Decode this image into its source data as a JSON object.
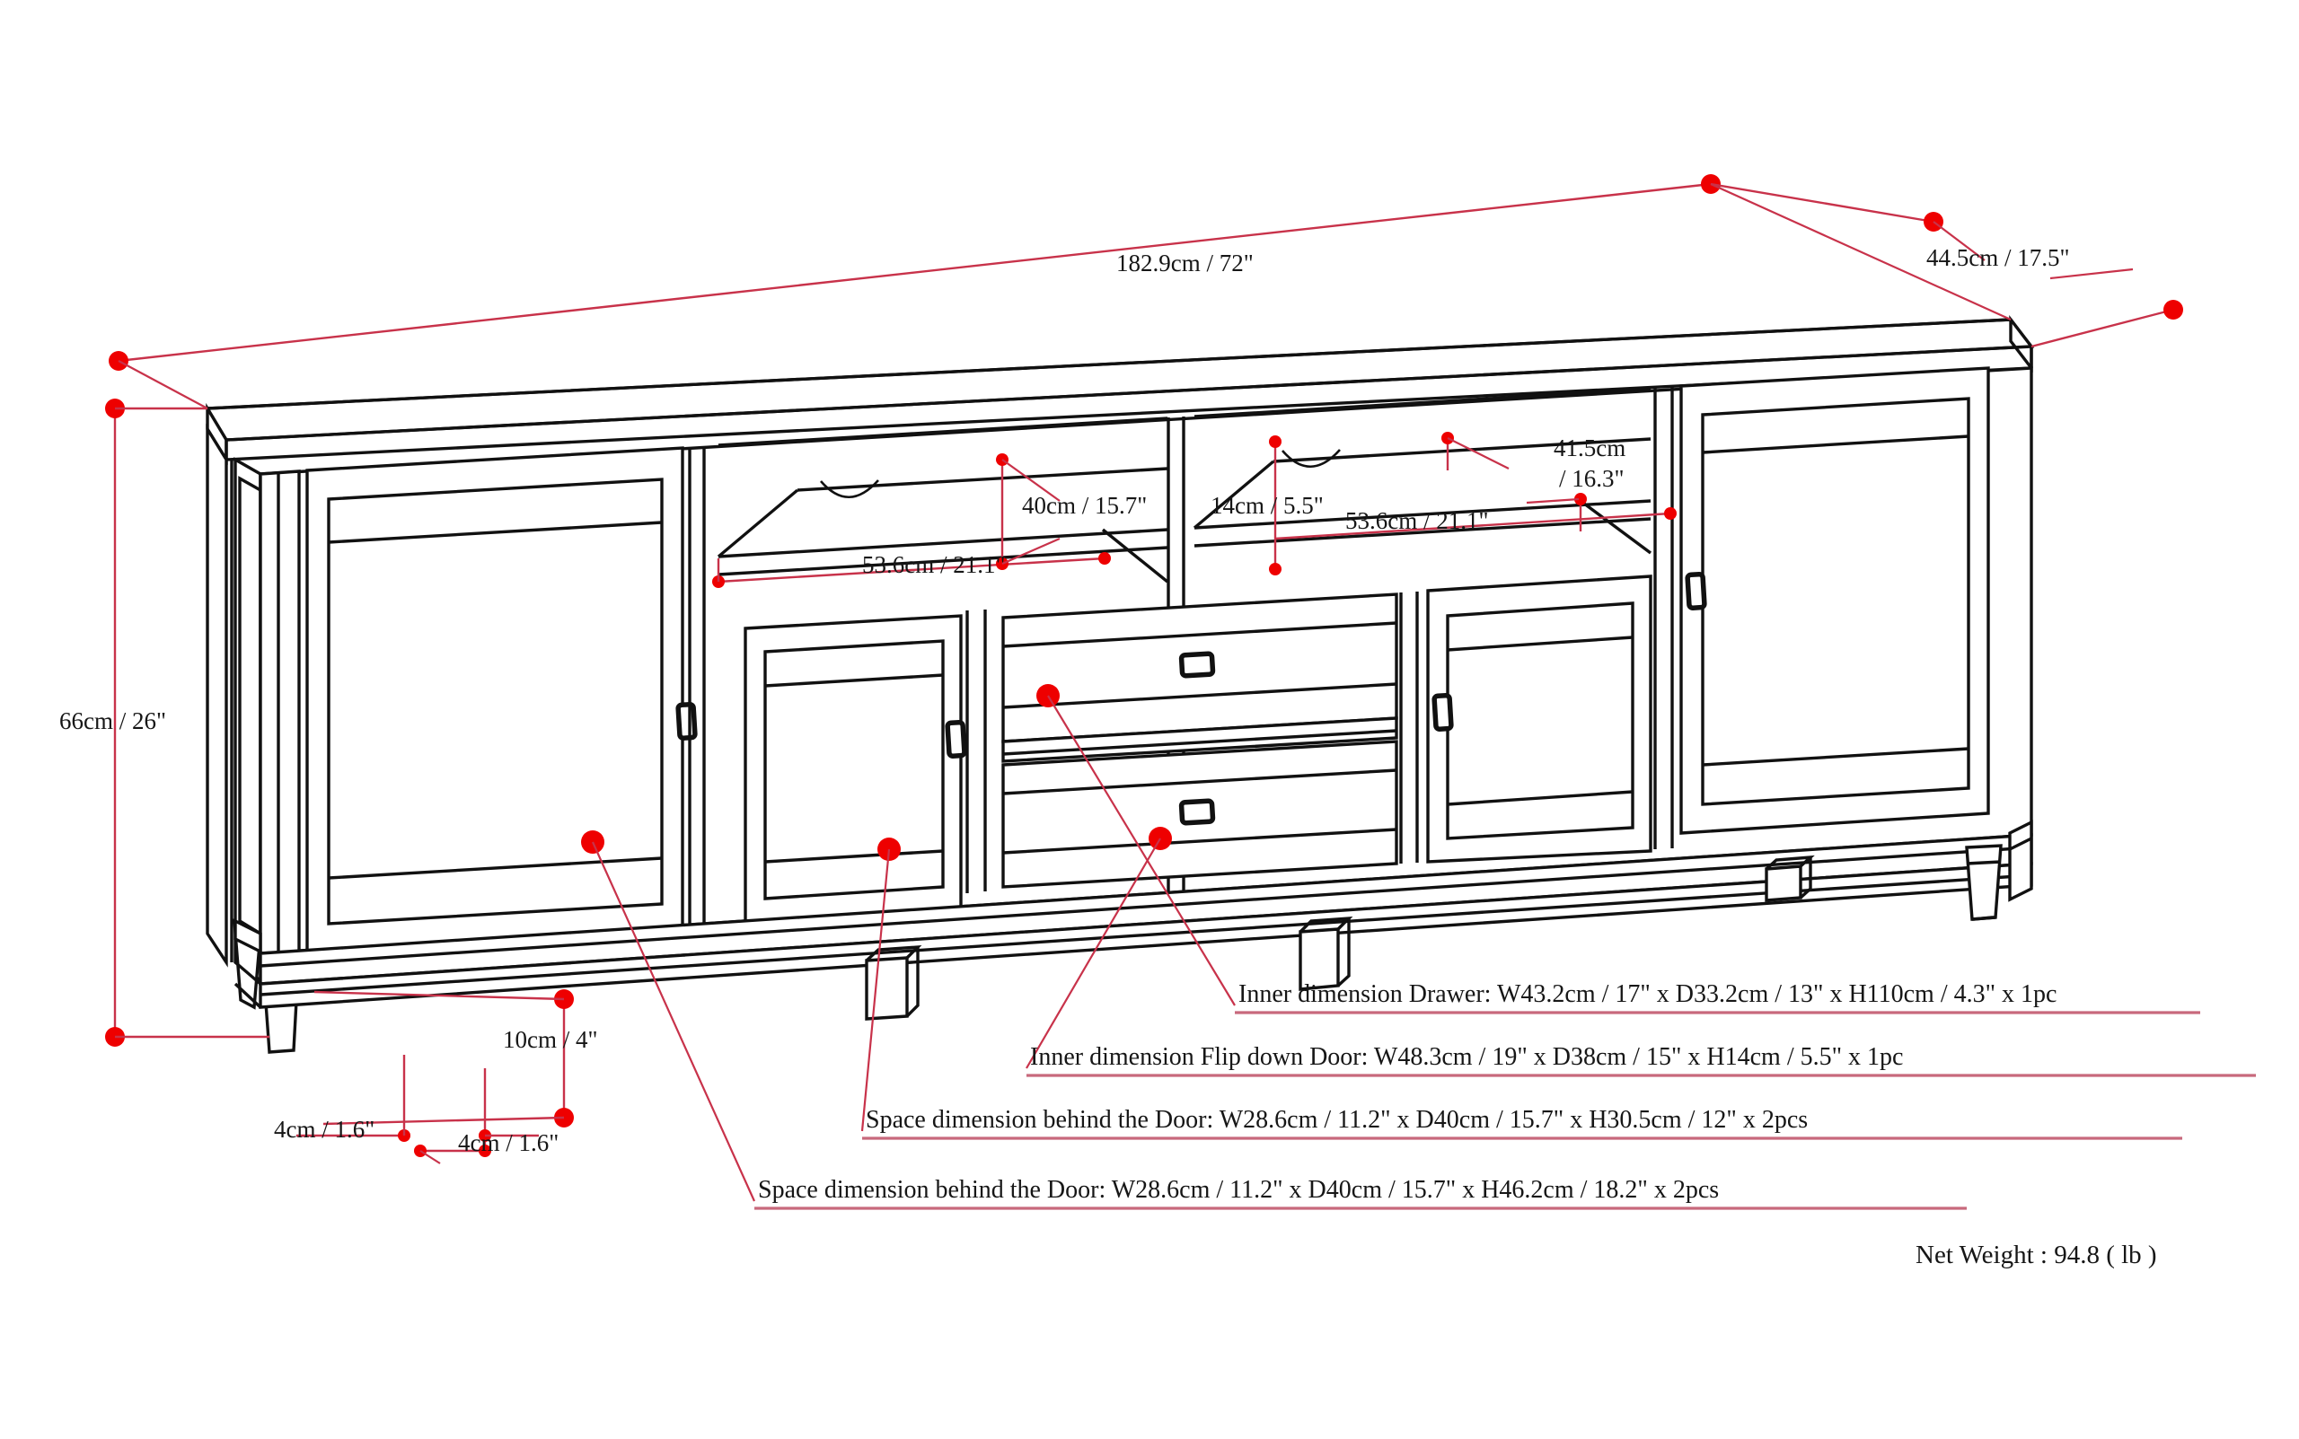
{
  "diagram": {
    "type": "furniture-dimension-drawing",
    "subject": "TV media stand / console, isometric line drawing with dimension callouts",
    "colors": {
      "outline": "#111111",
      "dimension_line": "#c8324a",
      "dimension_dot": "#ee0000",
      "background": "#ffffff",
      "text": "#161616"
    }
  },
  "dimensions": {
    "overall_width": "182.9cm / 72\"",
    "overall_depth": "44.5cm / 17.5\"",
    "overall_height": "66cm / 26\"",
    "leg_height": "10cm / 4\"",
    "leg_foot_width_left": "4cm / 1.6\"",
    "leg_foot_width_right": "4cm / 1.6\"",
    "shelf_depth_left": "40cm / 15.7\"",
    "shelf_height_center": "14cm / 5.5\"",
    "shelf_width_left": "53.6cm / 21.1\"",
    "shelf_width_right": "53.6cm / 21.1\"",
    "shelf_depth_right": "41.5cm",
    "shelf_depth_right_in": "/ 16.3\""
  },
  "callouts": [
    {
      "id": "drawer",
      "text": "Inner dimension Drawer: W43.2cm / 17\" x D33.2cm / 13\" x H110cm / 4.3\" x 1pc"
    },
    {
      "id": "flip-down-door",
      "text": "Inner dimension Flip down Door: W48.3cm / 19\" x D38cm / 15\" x H14cm / 5.5\" x 1pc"
    },
    {
      "id": "space-behind-door-upper",
      "text": "Space dimension behind the Door: W28.6cm / 11.2\" x D40cm / 15.7\" x H30.5cm / 12\" x 2pcs"
    },
    {
      "id": "space-behind-door-lower",
      "text": "Space dimension behind the Door:  W28.6cm / 11.2\" x D40cm / 15.7\" x H46.2cm / 18.2\" x 2pcs"
    }
  ],
  "net_weight": {
    "label": "Net Weight : 94.8 ( lb )"
  }
}
